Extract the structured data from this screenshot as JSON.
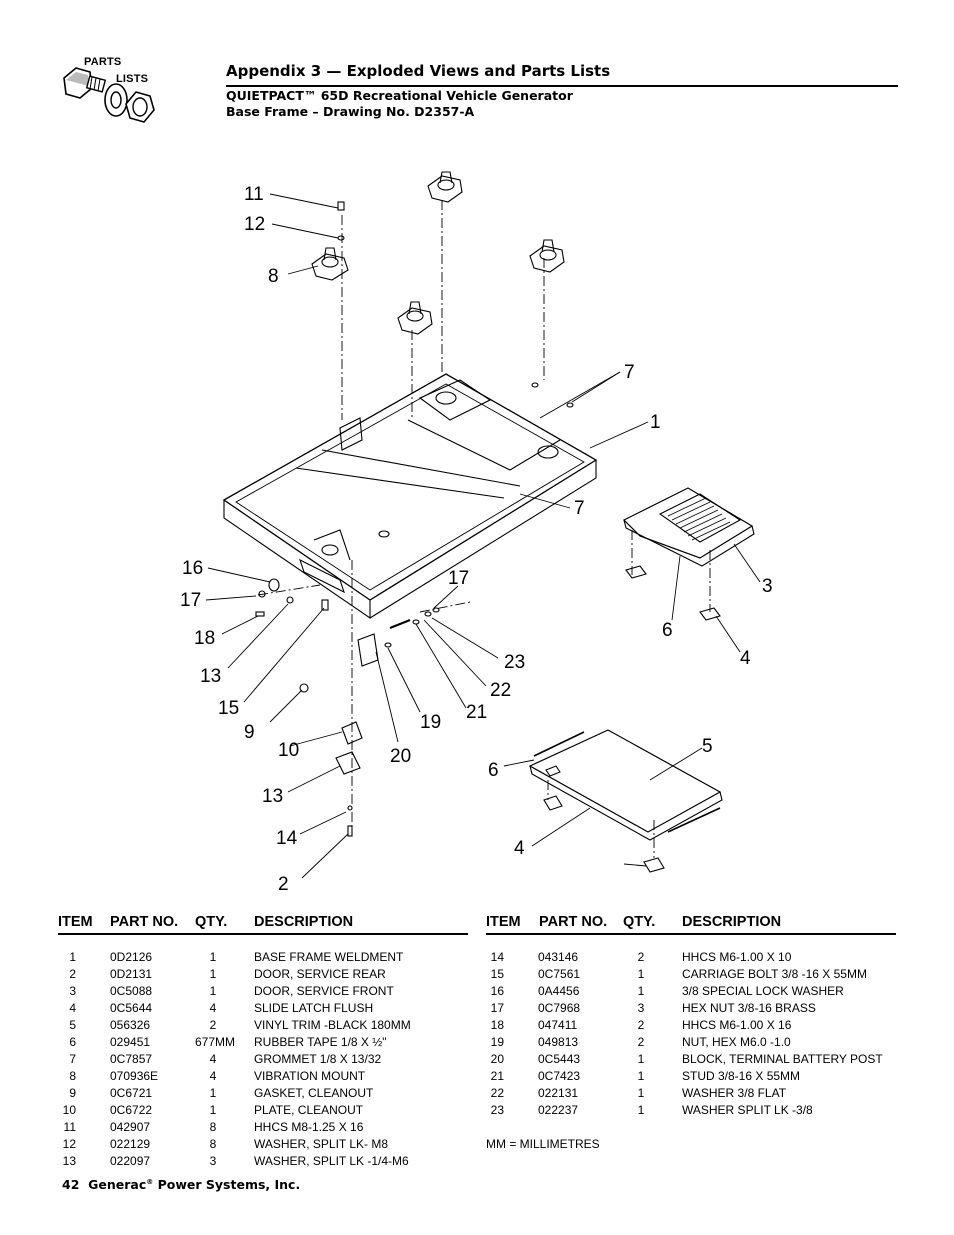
{
  "header": {
    "logo_line1": "PARTS",
    "logo_line2": "LISTS",
    "title": "Appendix 3 — Exploded Views and Parts Lists",
    "subtitle1": "QUIETPACT™ 65D Recreational Vehicle Generator",
    "subtitle2": "Base Frame – Drawing No. D2357-A"
  },
  "callouts": [
    "11",
    "12",
    "8",
    "7",
    "1",
    "7",
    "3",
    "6",
    "4",
    "16",
    "17",
    "18",
    "13",
    "15",
    "17",
    "23",
    "22",
    "21",
    "19",
    "20",
    "9",
    "10",
    "13",
    "14",
    "2",
    "5",
    "6",
    "4"
  ],
  "table": {
    "headers": [
      "ITEM",
      "PART NO.",
      "QTY.",
      "DESCRIPTION"
    ],
    "left_rows": [
      [
        "1",
        "0D2126",
        "1",
        "BASE FRAME WELDMENT"
      ],
      [
        "2",
        "0D2131",
        "1",
        "DOOR, SERVICE REAR"
      ],
      [
        "3",
        "0C5088",
        "1",
        "DOOR, SERVICE FRONT"
      ],
      [
        "4",
        "0C5644",
        "4",
        "SLIDE LATCH FLUSH"
      ],
      [
        "5",
        "056326",
        "2",
        "VINYL TRIM -BLACK 180MM"
      ],
      [
        "6",
        "029451",
        "677MM",
        "RUBBER TAPE 1/8 X ½\""
      ],
      [
        "7",
        "0C7857",
        "4",
        "GROMMET 1/8 X 13/32"
      ],
      [
        "8",
        "070936E",
        "4",
        "VIBRATION MOUNT"
      ],
      [
        "9",
        "0C6721",
        "1",
        "GASKET, CLEANOUT"
      ],
      [
        "10",
        "0C6722",
        "1",
        "PLATE, CLEANOUT"
      ],
      [
        "11",
        "042907",
        "8",
        "HHCS M8-1.25 X 16"
      ],
      [
        "12",
        "022129",
        "8",
        "WASHER, SPLIT LK- M8"
      ],
      [
        "13",
        "022097",
        "3",
        "WASHER, SPLIT LK -1/4-M6"
      ]
    ],
    "right_rows": [
      [
        "14",
        "043146",
        "2",
        "HHCS M6-1.00 X 10"
      ],
      [
        "15",
        "0C7561",
        "1",
        "CARRIAGE BOLT 3/8 -16 X 55MM"
      ],
      [
        "16",
        "0A4456",
        "1",
        "3/8 SPECIAL LOCK WASHER"
      ],
      [
        "17",
        "0C7968",
        "3",
        "HEX NUT 3/8-16 BRASS"
      ],
      [
        "18",
        "047411",
        "2",
        "HHCS M6-1.00 X 16"
      ],
      [
        "19",
        "049813",
        "2",
        "NUT, HEX M6.0 -1.0"
      ],
      [
        "20",
        "0C5443",
        "1",
        "BLOCK, TERMINAL BATTERY POST"
      ],
      [
        "21",
        "0C7423",
        "1",
        "STUD 3/8-16 X 55MM"
      ],
      [
        "22",
        "022131",
        "1",
        "WASHER 3/8 FLAT"
      ],
      [
        "23",
        "022237",
        "1",
        "WASHER SPLIT LK -3/8"
      ]
    ],
    "note": "MM = MILLIMETRES"
  },
  "footer": {
    "page_number": "42",
    "company": "Generac",
    "registered": "®",
    "company_rest": "Power Systems, Inc."
  }
}
